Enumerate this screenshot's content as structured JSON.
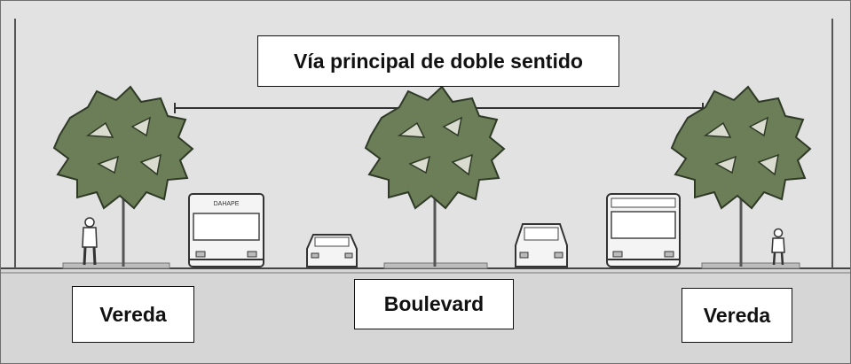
{
  "title": "Vía principal de doble sentido",
  "labels": {
    "left": "Vereda",
    "middle": "Boulevard",
    "right": "Vereda"
  },
  "vehicles": {
    "bus_left_sign": "DAHAPE"
  },
  "colors": {
    "background": "#e2e2e2",
    "ground": "#d6d6d6",
    "foliage": "#6b7e57",
    "foliage_dark": "#2e3a26",
    "line": "#333333"
  },
  "icons": [
    "tree",
    "pedestrian",
    "bus",
    "car"
  ]
}
